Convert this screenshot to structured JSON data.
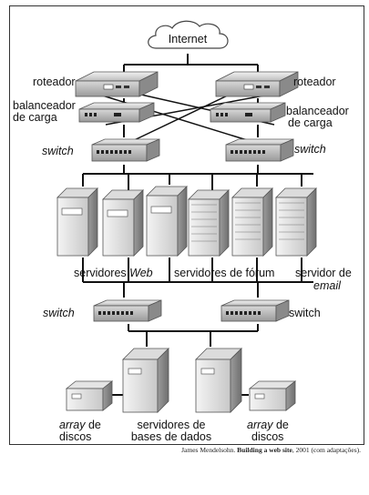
{
  "diagram": {
    "internet": "Internet",
    "router_left": "roteador",
    "router_right": "roteador",
    "lb_left_line1": "balanceador",
    "lb_left_line2": "de carga",
    "lb_right_line1": "balanceador",
    "lb_right_line2": "de carga",
    "switch_top_left": "switch",
    "switch_top_right": "switch",
    "web_servers_prefix": "servidores ",
    "web_servers_italic": "Web",
    "forum_servers": "servidores de fórum",
    "email_server_line1": "servidor de",
    "email_server_line2": "email",
    "switch_bottom_left": "switch",
    "switch_bottom_right": "switch",
    "array_left_italic": "array",
    "array_left_suffix": " de",
    "array_left_line2": "discos",
    "db_servers_line1": "servidores de",
    "db_servers_line2": "bases de dados",
    "array_right_italic": "array",
    "array_right_suffix": " de",
    "array_right_line2": "discos"
  },
  "caption": {
    "author": "James Mendelsohn. ",
    "title": "Building a web site",
    "rest": ", 2001 (com adaptações)."
  }
}
